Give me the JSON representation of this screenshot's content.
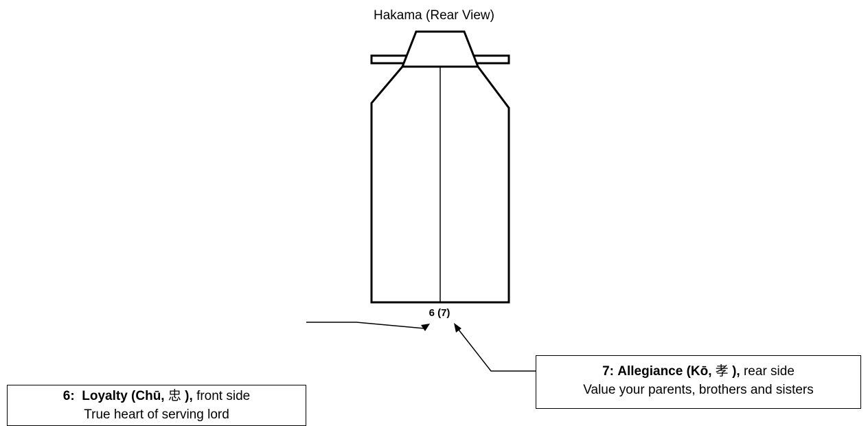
{
  "title": "Hakama (Rear View)",
  "center_label": "6 (7)",
  "callouts": {
    "loyalty": {
      "number": "6:",
      "name": "Loyalty (Chū,",
      "kanji": "忠",
      "close": "),",
      "side": "front side",
      "description": "True heart of serving lord"
    },
    "allegiance": {
      "number": "7:",
      "name": "Allegiance (Kō,",
      "kanji": "孝",
      "close": "),",
      "side": "rear side",
      "description": "Value your parents, brothers and sisters"
    }
  }
}
